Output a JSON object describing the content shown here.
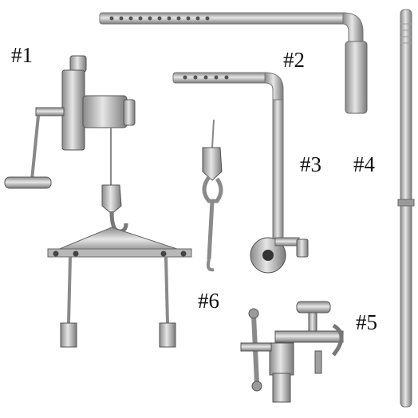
{
  "labels": {
    "item1": "#1",
    "item2": "#2",
    "item3": "#3",
    "item4": "#4",
    "item5": "#5",
    "item6": "#6"
  },
  "colors": {
    "background": "#ffffff",
    "steel_light": "#d9d9d9",
    "steel_mid": "#a8a8a8",
    "steel_dark": "#6b6b6b",
    "label_text": "#111111"
  },
  "icons": {
    "item1": "winch-retractor-frame-icon",
    "item2": "l-shaped-perforated-bar-icon",
    "item3": "l-shaped-bar-with-clamp-icon",
    "item4": "straight-rod-icon",
    "item5": "table-clamp-icon",
    "item6": "hook-with-ring-icon"
  }
}
